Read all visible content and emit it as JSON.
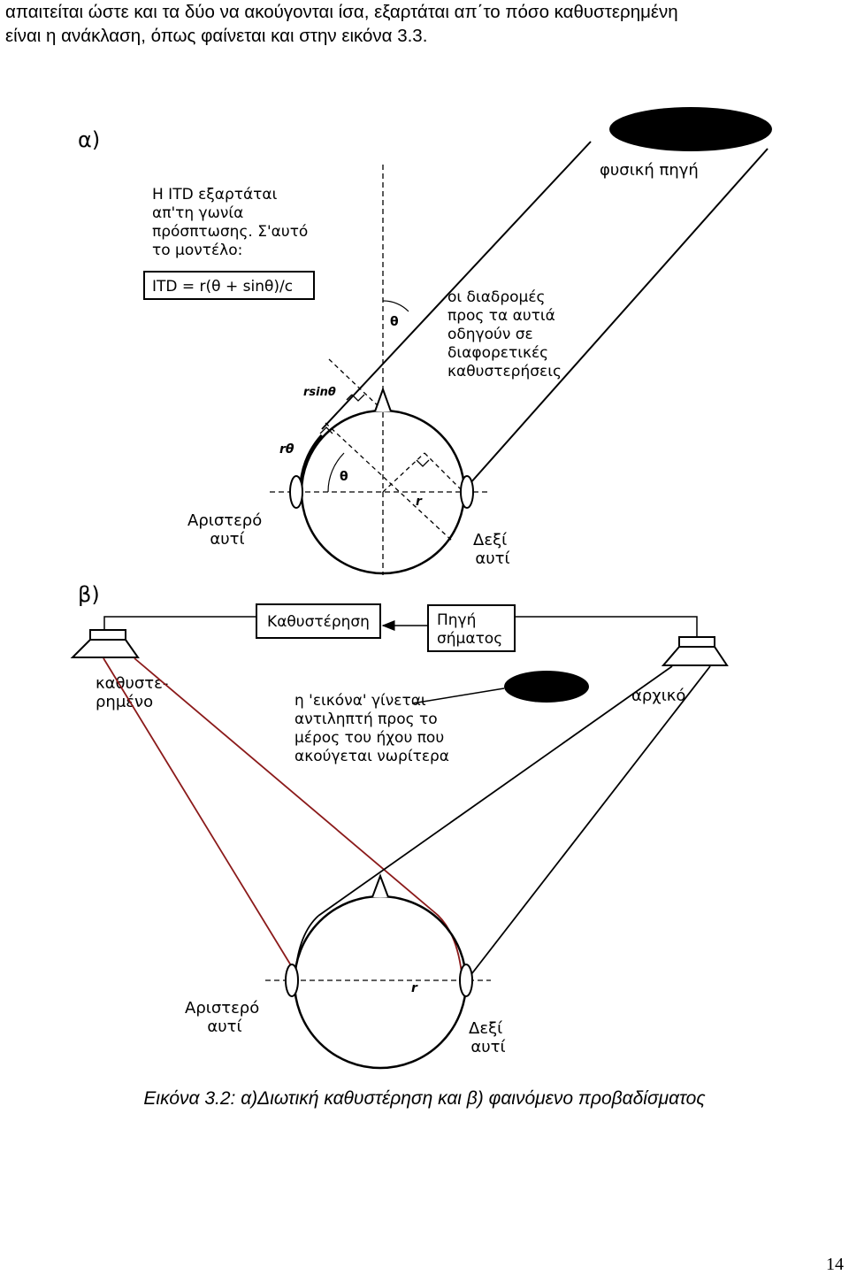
{
  "paragraph": {
    "line1": "απαιτείται ώστε και τα δύο να ακούγονται ίσα, εξαρτάται απ΄το πόσο καθυστερημένη",
    "line2": "είναι η ανάκλαση, όπως φαίνεται και στην εικόνα 3.3."
  },
  "figure_a": {
    "label": "α)",
    "itd_text": [
      "Η ITD εξαρτάται",
      "απ'τη γωνία",
      "πρόσπτωσης. Σ'αυτό",
      "το μοντέλο:"
    ],
    "formula": "ITD = r(θ + sinθ)/c",
    "source_label": "φυσική πηγή",
    "paths_text": [
      "οι διαδρομές",
      "προς τα αυτιά",
      "οδηγούν σε",
      "διαφορετικές",
      "καθυστερήσεις"
    ],
    "theta": "θ",
    "rsin": "rsinθ",
    "rtheta": "rθ",
    "r": "r",
    "left_ear": [
      "Αριστερό",
      "αυτί"
    ],
    "right_ear": [
      "Δεξί",
      "αυτί"
    ]
  },
  "figure_b": {
    "label": "β)",
    "delay_box": "Καθυστέρηση",
    "source_box": [
      "Πηγή",
      "σήματος"
    ],
    "delayed_label": [
      "καθυστε-",
      "ρημένο"
    ],
    "original_label": "αρχικό",
    "image_text": [
      "η 'εικόνα' γίνεται",
      "αντιληπτή προς το",
      "μέρος του ήχου που",
      "ακούγεται νωρίτερα"
    ],
    "r": "r",
    "left_ear": [
      "Αριστερό",
      "αυτί"
    ],
    "right_ear": [
      "Δεξί",
      "αυτί"
    ]
  },
  "caption": "Εικόνα 3.2: α)Διωτική καθυστέρηση και β) φαινόμενο προβαδίσματος",
  "page_number": "14",
  "colors": {
    "ink": "#000000",
    "delayed_path": "#8b1a1a",
    "figure_bg": "#ffffff"
  }
}
